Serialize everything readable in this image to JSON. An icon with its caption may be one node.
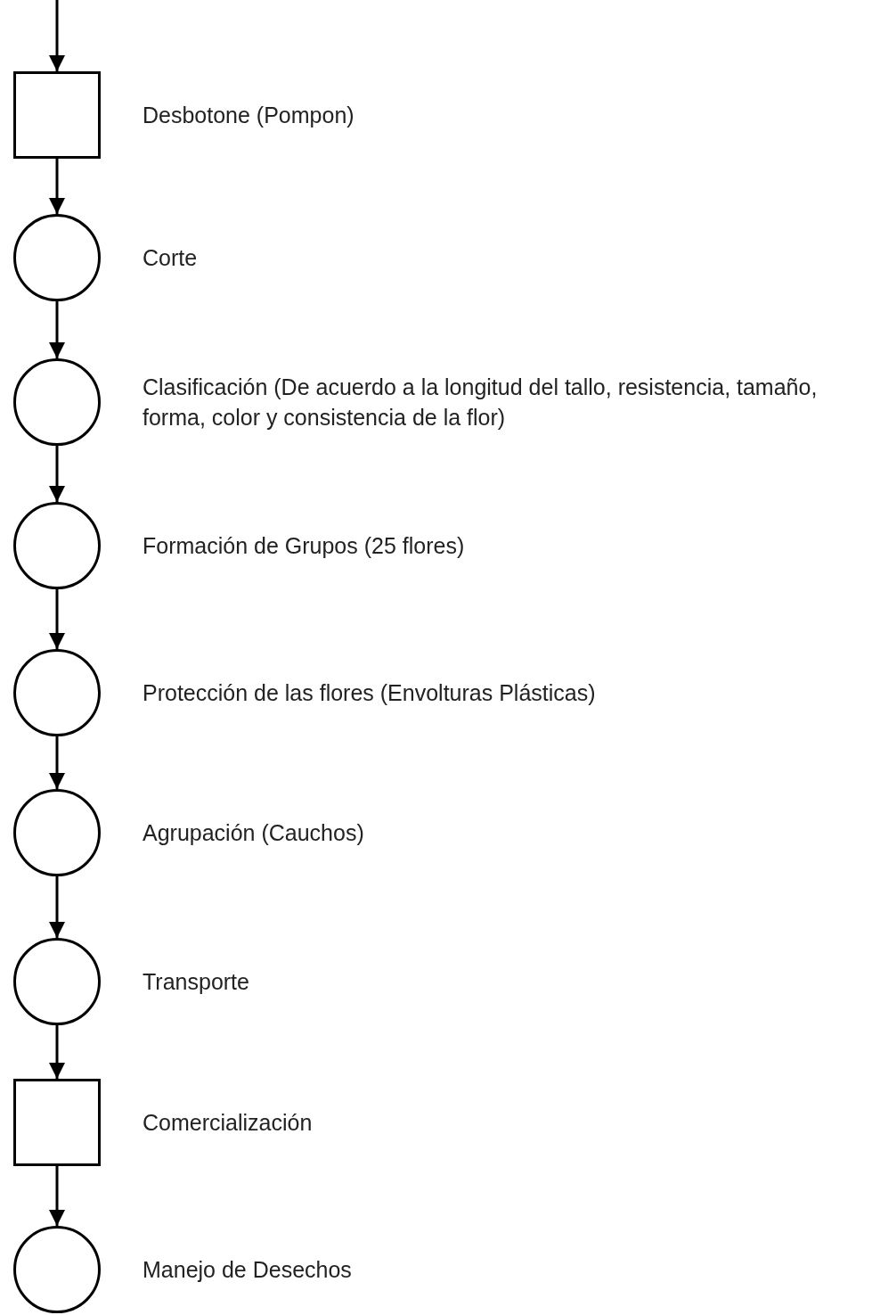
{
  "diagram": {
    "nodes": [
      {
        "text": [],
        "shape": "box",
        "beside": [
          "Desbotone (Pompon)"
        ]
      },
      {
        "text": [],
        "shape": "circle",
        "beside": [
          "Corte"
        ]
      },
      {
        "text": [],
        "shape": "circle",
        "beside": [
          "Clasificación (De acuerdo a la longitud del tallo, resistencia, tamaño, forma, color y consistencia de la flor)"
        ]
      },
      {
        "text": [],
        "shape": "circle",
        "beside": [
          "Formación de Grupos (25 flores)"
        ]
      },
      {
        "text": [],
        "shape": "circle",
        "beside": [
          "Protección de las flores (Envolturas Plásticas)"
        ]
      },
      {
        "text": [],
        "shape": "circle",
        "beside": [
          "Agrupación (Cauchos)"
        ]
      },
      {
        "text": [],
        "shape": "circle",
        "beside": [
          "Transporte"
        ]
      },
      {
        "text": [],
        "shape": "box",
        "beside": [
          "Comercialización"
        ]
      },
      {
        "text": [],
        "shape": "circle",
        "beside": [
          "Manejo de Desechos"
        ]
      }
    ],
    "edges": [
      {
        "from": null,
        "to": 0,
        "arrow": "to"
      },
      {
        "from": 0,
        "to": 1,
        "arrow": "to"
      },
      {
        "from": 1,
        "to": 2,
        "arrow": "to"
      },
      {
        "from": 2,
        "to": 3,
        "arrow": "to"
      },
      {
        "from": 3,
        "to": 4,
        "arrow": "to"
      },
      {
        "from": 4,
        "to": 5,
        "arrow": "to"
      },
      {
        "from": 5,
        "to": 6,
        "arrow": "to"
      },
      {
        "from": 6,
        "to": 7,
        "arrow": "to"
      },
      {
        "from": 7,
        "to": 8,
        "arrow": "to"
      }
    ]
  }
}
